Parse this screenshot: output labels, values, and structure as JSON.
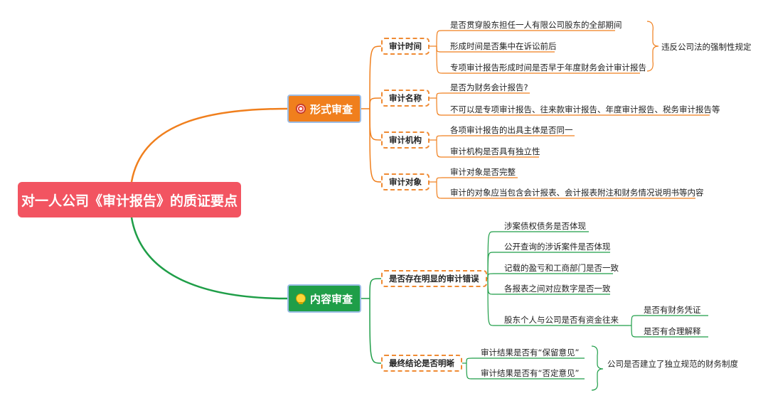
{
  "root": {
    "title": "对一人公司《审计报告》的质证要点"
  },
  "branches": [
    {
      "title": "形式审查",
      "icon": "target-icon",
      "color": "#f07f1d",
      "categories": [
        {
          "label": "审计时间",
          "items": [
            "是否贯穿股东担任一人有限公司股东的全部期间",
            "形成时间是否集中在诉讼前后",
            "专项审计报告形成时间是否早于年度财务会计审计报告"
          ],
          "summary": "违反公司法的强制性规定"
        },
        {
          "label": "审计名称",
          "items": [
            "是否为财务会计报告?",
            "不可以是专项审计报告、往来款审计报告、年度审计报告、税务审计报告等"
          ]
        },
        {
          "label": "审计机构",
          "items": [
            "各项审计报告的出具主体是否同一",
            "审计机构是否具有独立性"
          ]
        },
        {
          "label": "审计对象",
          "items": [
            "审计对象是否完整",
            "审计的对象应当包含会计报表、会计报表附注和财务情况说明书等内容"
          ]
        }
      ]
    },
    {
      "title": "内容审查",
      "icon": "lightbulb-icon",
      "color": "#1f9e48",
      "categories": [
        {
          "label": "是否存在明显的审计错误",
          "items": [
            "涉案债权债务是否体现",
            "公开查询的涉诉案件是否体现",
            "记载的盈亏和工商部门是否一致",
            "各报表之间对应数字是否一致",
            "股东个人与公司是否有资金往来"
          ],
          "sub_items": [
            "是否有财务凭证",
            "是否有合理解释"
          ]
        },
        {
          "label": "最终结论是否明晰",
          "items": [
            "审计结果是否有“保留意见”",
            "审计结果是否有“否定意见”"
          ],
          "summary": "公司是否建立了独立规范的财务制度"
        }
      ]
    }
  ]
}
